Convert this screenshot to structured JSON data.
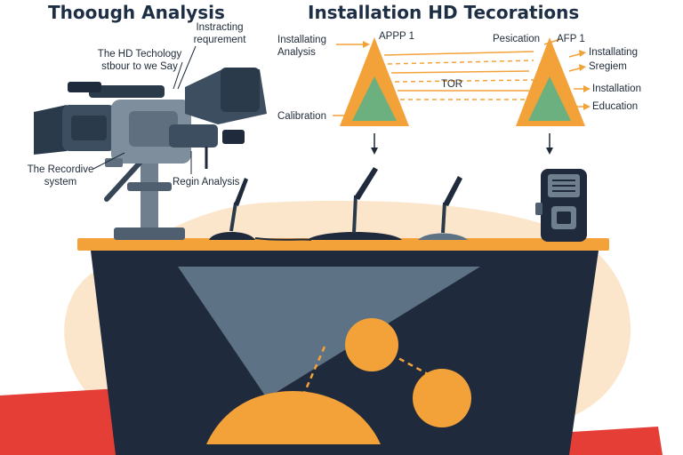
{
  "titles": {
    "left": "Thoough Analysis",
    "right": "Installation HD Tecorations"
  },
  "camera_labels": {
    "instructing": "Instracting\nrequrement",
    "hd_tech": "The HD Techology\nstbour to we Say",
    "recordive": "The Recordive\nsystem",
    "region": "Regin Analysis"
  },
  "left_triangle": {
    "label_top": "APPP 1",
    "label_installing": "Installating\nAnalysis",
    "label_calibration": "Calibration"
  },
  "right_triangle": {
    "label_top": "AFP 1",
    "label_pesication": "Pesication"
  },
  "center_label": "TOR",
  "right_list": [
    "Installating",
    "Sregiem",
    "Installation",
    "Education"
  ],
  "colors": {
    "navy": "#1f2b3c",
    "orange": "#f3a23a",
    "green": "#6bb07e",
    "peach": "#fbe6cc",
    "red": "#e43e36",
    "slate": "#5d7284",
    "gray": "#6f7f8e"
  }
}
